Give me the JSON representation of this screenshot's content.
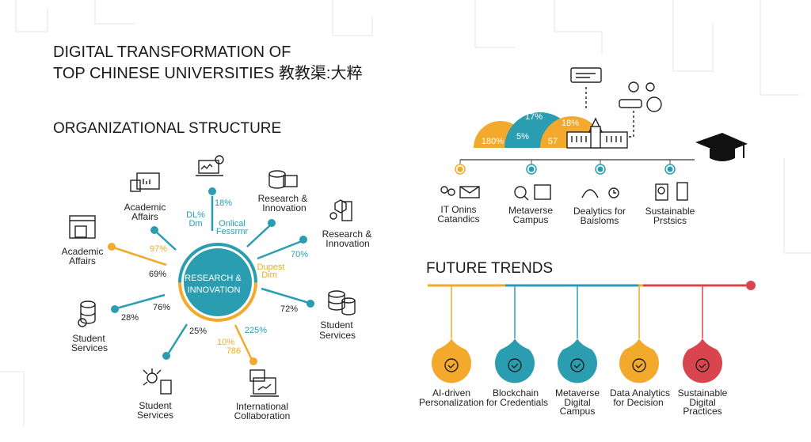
{
  "colors": {
    "orange": "#f2a92c",
    "teal": "#2a9db0",
    "red": "#d9454f",
    "text": "#1a1a1a"
  },
  "title": {
    "line1": "DIGITAL TRANSFORMATION OF",
    "line2": "TOP CHINESE UNIVERSITIES  教教渠:大粹"
  },
  "org": {
    "heading": "ORGANIZATIONAL STRUCTURE",
    "center": {
      "line1": "RESEARCH &",
      "line2": "INNOVATION"
    },
    "nodes": [
      {
        "label1": "Academic",
        "label2": "Affairs"
      },
      {
        "label1": "Academic",
        "label2": "Affairs"
      },
      {
        "label1": "Research &",
        "label2": "Innovation"
      },
      {
        "label1": "Research &",
        "label2": "Innovation"
      },
      {
        "label1": "Student",
        "label2": "Services"
      },
      {
        "label1": "Student",
        "label2": "Services"
      },
      {
        "label1": "Student",
        "label2": "Services"
      },
      {
        "label1": "International",
        "label2": "Collaboration"
      }
    ],
    "values": [
      "18%",
      "DL%",
      "Dm",
      "Onlical",
      "Fessrmr",
      "97%",
      "69%",
      "70%",
      "Dupest",
      "Dim",
      "72%",
      "76%",
      "28%",
      "25%",
      "225%",
      "10%",
      "786"
    ]
  },
  "top_right": {
    "arcs": [
      "180%",
      "17%",
      "5%",
      "18%",
      "57"
    ],
    "items": [
      {
        "label1": "IT Onins",
        "label2": "Catandics"
      },
      {
        "label1": "Metaverse",
        "label2": "Campus"
      },
      {
        "label1": "Dealytics for",
        "label2": "Baisloms"
      },
      {
        "label1": "Sustainable",
        "label2": "Prstsics"
      }
    ]
  },
  "trends": {
    "heading": "FUTURE TRENDS",
    "items": [
      {
        "l1": "AI-driven",
        "l2": "Personalization",
        "l3": "",
        "color": "orange",
        "icon": "ai-face-icon"
      },
      {
        "l1": "Blockchain",
        "l2": "for Credentials",
        "l3": "",
        "color": "teal",
        "icon": "graduation-blockchain-icon"
      },
      {
        "l1": "Metaverse",
        "l2": "Digital",
        "l3": "Campus",
        "color": "teal",
        "icon": "gear-icon"
      },
      {
        "l1": "Data Analytics",
        "l2": "for Decision",
        "l3": "",
        "color": "orange",
        "icon": "alarm-icon"
      },
      {
        "l1": "Sustainable",
        "l2": "Digital",
        "l3": "Practices",
        "color": "red",
        "icon": "code-window-icon"
      }
    ]
  }
}
